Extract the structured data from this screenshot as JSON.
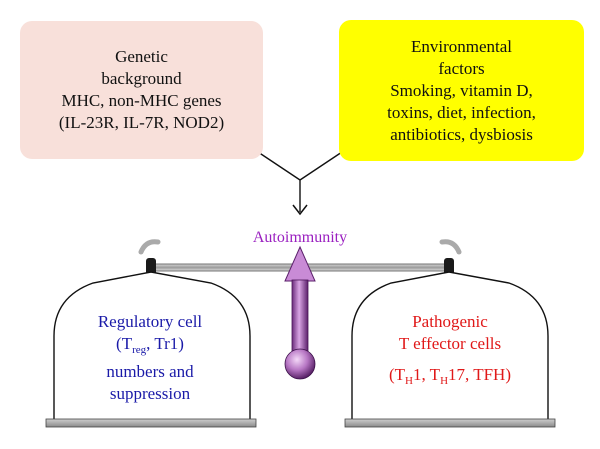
{
  "genetic": {
    "lines": [
      "Genetic",
      "background",
      "MHC, non-MHC genes",
      "(IL-23R, IL-7R, NOD2)"
    ]
  },
  "environmental": {
    "lines": [
      "Environmental",
      "factors",
      "Smoking, vitamin D,",
      "toxins, diet, infection,",
      "antibiotics, dysbiosis"
    ]
  },
  "balance": {
    "center_label": "Autoimmunity",
    "left_pan": {
      "line1": "Regulatory cell",
      "line2_open": "(T",
      "line2_sub": "reg",
      "line2_rest": ", Tr1)",
      "line3": "numbers and",
      "line4": "suppression"
    },
    "right_pan": {
      "line1": "Pathogenic",
      "line2": "T effector cells",
      "line3_a": "(T",
      "line3_a_sub": "H",
      "line3_b": "1,  T",
      "line3_b_sub": "H",
      "line3_c": "17,  TFH)"
    }
  },
  "colors": {
    "genetic_fill": "#f8e0da",
    "environmental_fill": "#ffff00",
    "autoimmunity_text": "#9a1fc0",
    "regulatory_text": "#1a1aa8",
    "pathogenic_text": "#e01818",
    "arrow_fill": "#c98bd6"
  }
}
